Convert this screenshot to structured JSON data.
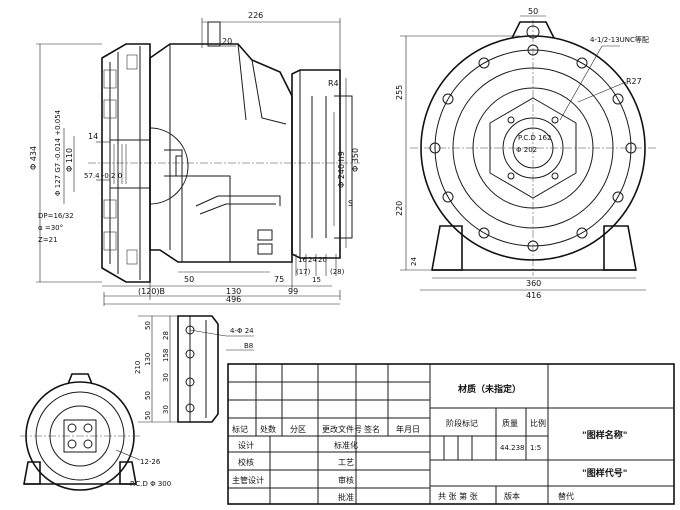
{
  "front_view": {
    "dims": {
      "top_overall": "226",
      "shaft_key": "20",
      "r4": "R4",
      "dia_434": "Φ 434",
      "dia_127_g7": "Φ 127 G7 -0.014 +0.054",
      "dia_110": "Φ 110",
      "len_14": "14",
      "spline_574": "57.4 -0.2 0",
      "dia_350": "Φ 350",
      "dia_240_h9": "Φ 240 h9",
      "dim_s": "S",
      "len_50": "50",
      "len_130": "130",
      "len_120b": "(120)B",
      "len_99": "99",
      "len_75": "75",
      "len_16": "16",
      "len_24": "24",
      "len_20": "20",
      "len_17": "(17)",
      "len_15": "15",
      "len_28": "(28)",
      "overall_496": "496"
    },
    "spline_note": [
      "DP=16/32",
      "α =30°",
      "Z=21"
    ]
  },
  "side_view": {
    "dims": {
      "top_50": "50",
      "bolt_note": "4-1/2-13UNC等配",
      "r27": "R27",
      "pcd_162": "P.C.D 162",
      "dia_202": "Φ 202",
      "h_255": "255",
      "h_220": "220",
      "h_24": "24",
      "w_360": "360",
      "w_416": "416"
    }
  },
  "foot_view": {
    "dims": {
      "f50a": "50",
      "f28": "28",
      "f158": "158",
      "f30": "30",
      "f50b": "50",
      "f30b": "30",
      "f210": "210",
      "f130": "130",
      "f50c": "50",
      "holes": "4-Φ 24",
      "b8": "B8"
    }
  },
  "rear_view": {
    "holes": "12-26",
    "pcd_300": "P.C.D Φ 300"
  },
  "title_block": {
    "material": "材质（未指定）",
    "headers": [
      "标记",
      "处数",
      "分区",
      "更改文件号",
      "签名",
      "年月日"
    ],
    "rows": [
      {
        "label": "设计",
        "mid": "标准化"
      },
      {
        "label": "校核",
        "mid": "工艺"
      },
      {
        "label": "主管设计",
        "mid": "审核"
      },
      {
        "label": "",
        "mid": "批准"
      }
    ],
    "stage_header": "阶段标记",
    "weight_header": "质量",
    "scale_header": "比例",
    "weight_value": "44.238",
    "scale_value": "1:5",
    "drawing_name": "\"图样名称\"",
    "drawing_code": "\"图样代号\"",
    "sheets_label": "共 张  第 张",
    "version_label": "版本",
    "replace_label": "替代"
  }
}
